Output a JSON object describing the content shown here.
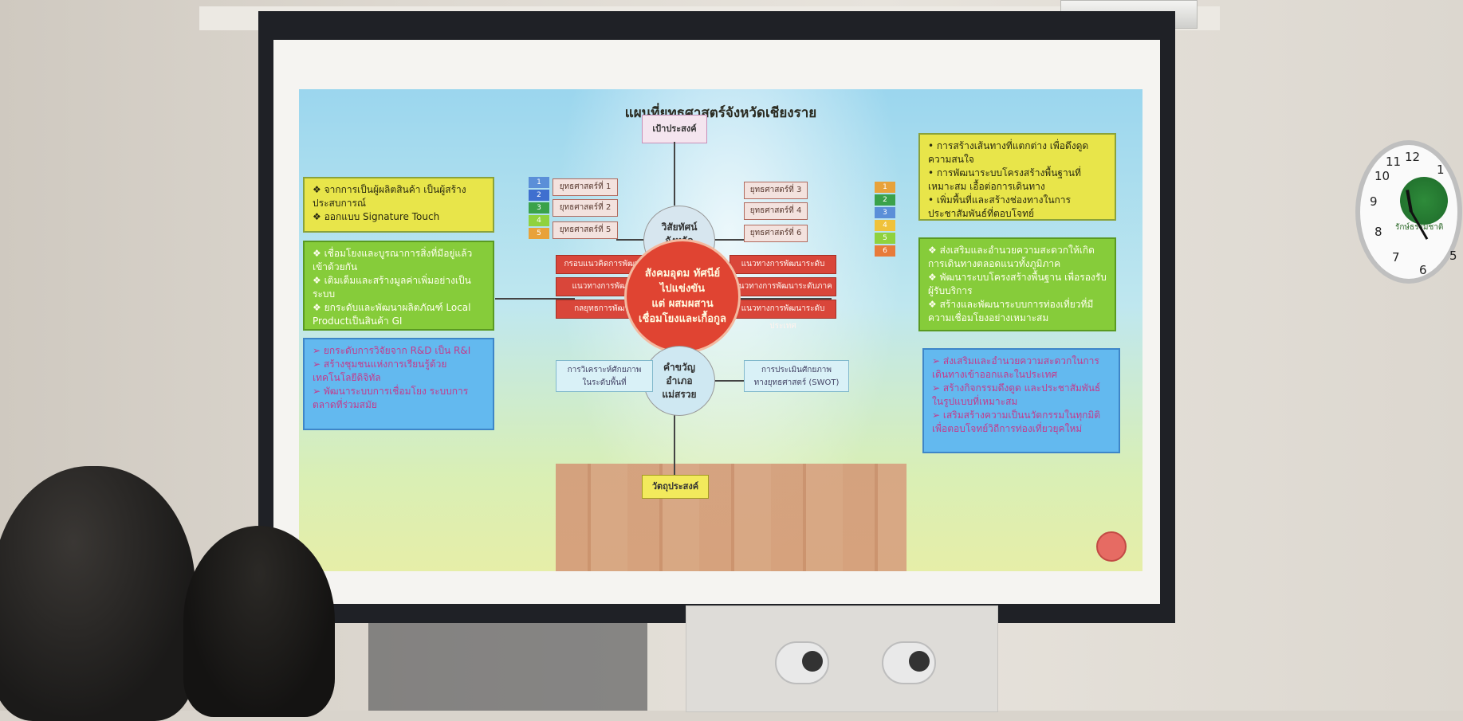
{
  "slide": {
    "title": "แผนที่ยุทธศาสตร์จังหวัดเชียงราย",
    "purpose_label": "เป้าประสงค์",
    "objective_label": "วัตถุประสงค์",
    "vision": "วิสัยทัศน์\nจังหวัด\nเชียงราย",
    "core": "สังคมอุดม ทัศนีย์\nไปแข่งขัน\nแต่ ผสมผสาน\nเชื่อมโยงและเกื้อกูล",
    "motto": "คำขวัญ\nอำเภอ\nแม่สรวย",
    "left_boxes": [
      [
        "❖ จากการเป็นผู้ผลิตสินค้า เป็นผู้สร้างประสบการณ์",
        "❖ ออกแบบ Signature Touch"
      ],
      [
        "❖ เชื่อมโยงและบูรณาการสิ่งที่มีอยู่แล้วเข้าด้วยกัน",
        "❖ เติมเต็มและสร้างมูลค่าเพิ่มอย่างเป็นระบบ",
        "❖ ยกระดับและพัฒนาผลิตภัณฑ์ Local Productเป็นสินค้า GI"
      ],
      [
        "➢ ยกระดับการวิจัยจาก R&D เป็น R&I",
        "➢ สร้างชุมชนแห่งการเรียนรู้ด้วยเทคโนโลยีดิจิทัล",
        "➢ พัฒนาระบบการเชื่อมโยง ระบบการตลาดที่ร่วมสมัย"
      ]
    ],
    "right_boxes": [
      [
        "• การสร้างเส้นทางที่แตกต่าง เพื่อดึงดูดความสนใจ",
        "• การพัฒนาระบบโครงสร้างพื้นฐานที่เหมาะสม เอื้อต่อการเดินทาง",
        "• เพิ่มพื้นที่และสร้างช่องทางในการประชาสัมพันธ์ที่ตอบโจทย์"
      ],
      [
        "❖ ส่งเสริมและอำนวยความสะดวกให้เกิดการเดินทางตลอดแนวทั้งภูมิภาค",
        "❖ พัฒนาระบบโครงสร้างพื้นฐาน เพื่อรองรับผู้รับบริการ",
        "❖ สร้างและพัฒนาระบบการท่องเที่ยวที่มีความเชื่อมโยงอย่างเหมาะสม"
      ],
      [
        "➢ ส่งเสริมและอำนวยความสะดวกในการเดินทางเข้าออกและในประเทศ",
        "➢ สร้างกิจกรรมดึงดูด และประชาสัมพันธ์ในรูปแบบที่เหมาะสม",
        "➢ เสริมสร้างความเป็นนวัตกรรมในทุกมิติเพื่อตอบโจทย์วิถีการท่องเที่ยวยุคใหม่"
      ]
    ],
    "strategies_left": [
      "ยุทธศาสตร์ที่ 1",
      "ยุทธศาสตร์ที่ 2",
      "ยุทธศาสตร์ที่ 5"
    ],
    "strategies_right": [
      "ยุทธศาสตร์ที่ 3",
      "ยุทธศาสตร์ที่ 4",
      "ยุทธศาสตร์ที่ 6"
    ],
    "left_numbers": [
      "1",
      "2",
      "3",
      "4",
      "5"
    ],
    "right_numbers": [
      "1",
      "2",
      "3",
      "4",
      "5",
      "6"
    ],
    "red_left": [
      "กรอบแนวคิดการพัฒนา",
      "แนวทางการพัฒนา",
      "กลยุทธการพัฒนา"
    ],
    "red_right": [
      "แนวทางการพัฒนาระดับจังหวัด",
      "แนวทางการพัฒนาระดับภาค",
      "แนวทางการพัฒนาระดับประเทศ"
    ],
    "analysis_left": "การวิเคราะห์ศักยภาพ\nในระดับพื้นที่",
    "analysis_right": "การประเมินศักยภาพ\nทางยุทธศาสตร์ (SWOT)"
  },
  "clock": {
    "numbers": [
      "12",
      "1",
      "5",
      "6",
      "7",
      "8",
      "9",
      "10",
      "11"
    ],
    "brand": "รักษ์ธรรมชาติ"
  },
  "colors": {
    "yellow": "#e8e54a",
    "green": "#86cc3a",
    "blue": "#63b9ef",
    "red": "#e04432"
  }
}
